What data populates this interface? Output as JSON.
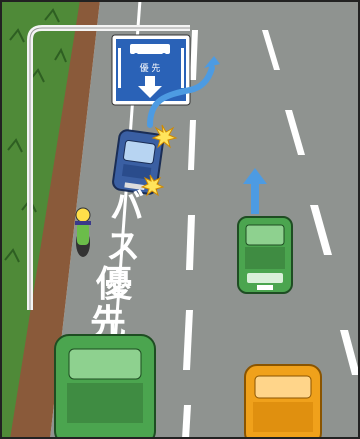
{
  "sign": {
    "text": "優 先",
    "arrow_label": "↓"
  },
  "road_marking": {
    "lane_text": [
      "バ",
      "ス",
      "優",
      "先"
    ]
  },
  "colors": {
    "road": "#8f9390",
    "roadside_brown": "#8a5a3a",
    "grass": "#4f8a38",
    "sign_blue": "#2a62b7",
    "lane_white": "#ffffff",
    "car_blue": "#3a5fa3",
    "car_green": "#4ba54f",
    "car_orange": "#f0a11b",
    "arrow_blue": "#4d9be2",
    "flash_yellow": "#ffe45c"
  },
  "icons": {
    "sign_bus": "bus-icon",
    "turn_arrow": "lane-change-arrow-icon",
    "straight_arrow": "straight-arrow-icon"
  }
}
